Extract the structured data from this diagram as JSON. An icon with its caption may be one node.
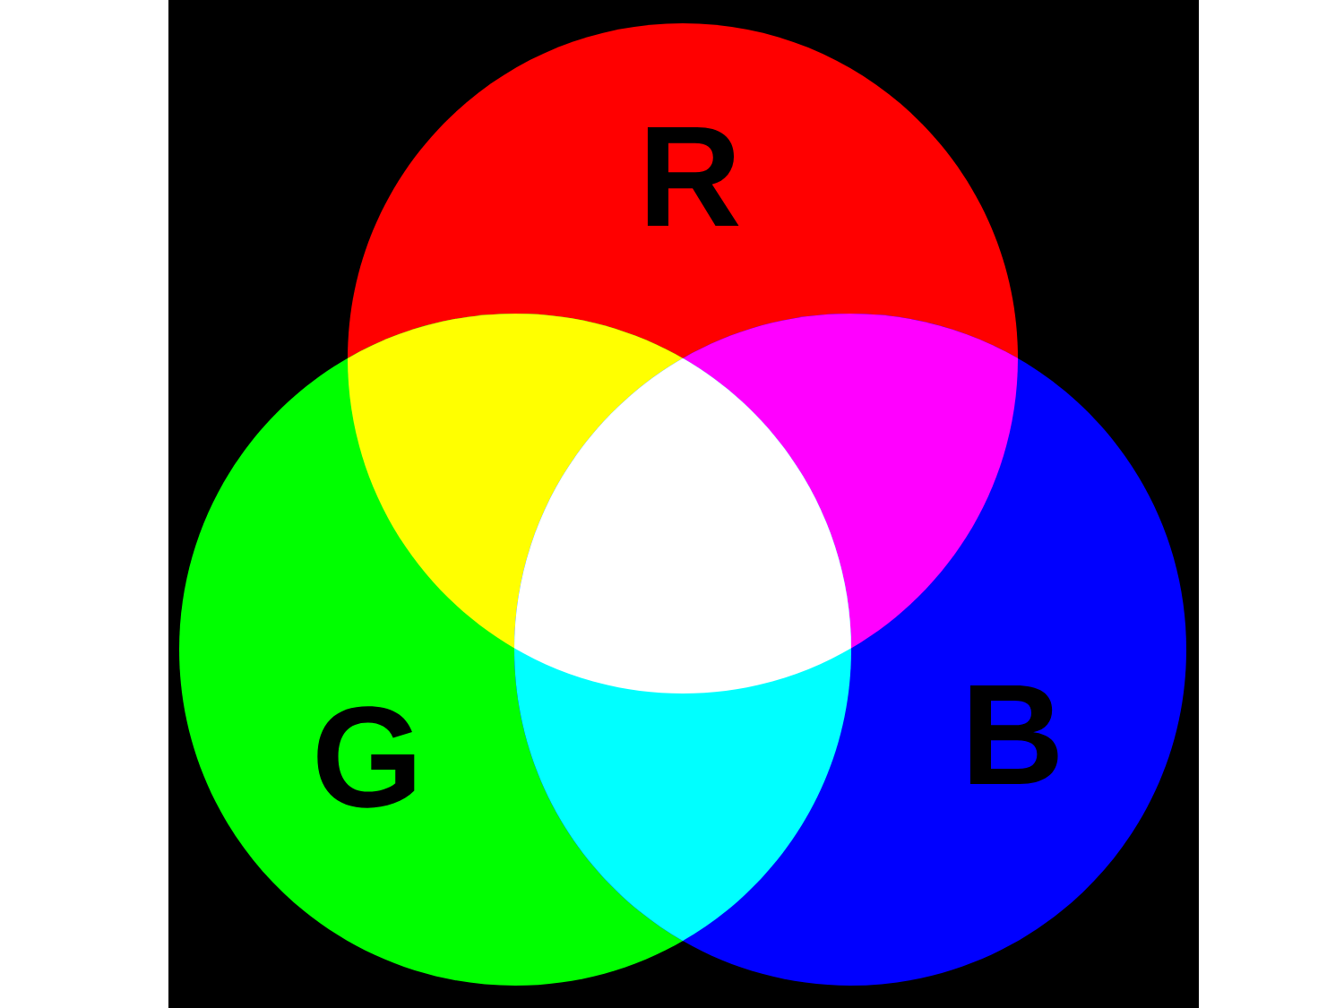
{
  "diagram": {
    "nodes": [
      {
        "text": [
          "R"
        ]
      },
      {
        "text": [
          "G"
        ]
      },
      {
        "text": [
          "B"
        ]
      }
    ]
  }
}
